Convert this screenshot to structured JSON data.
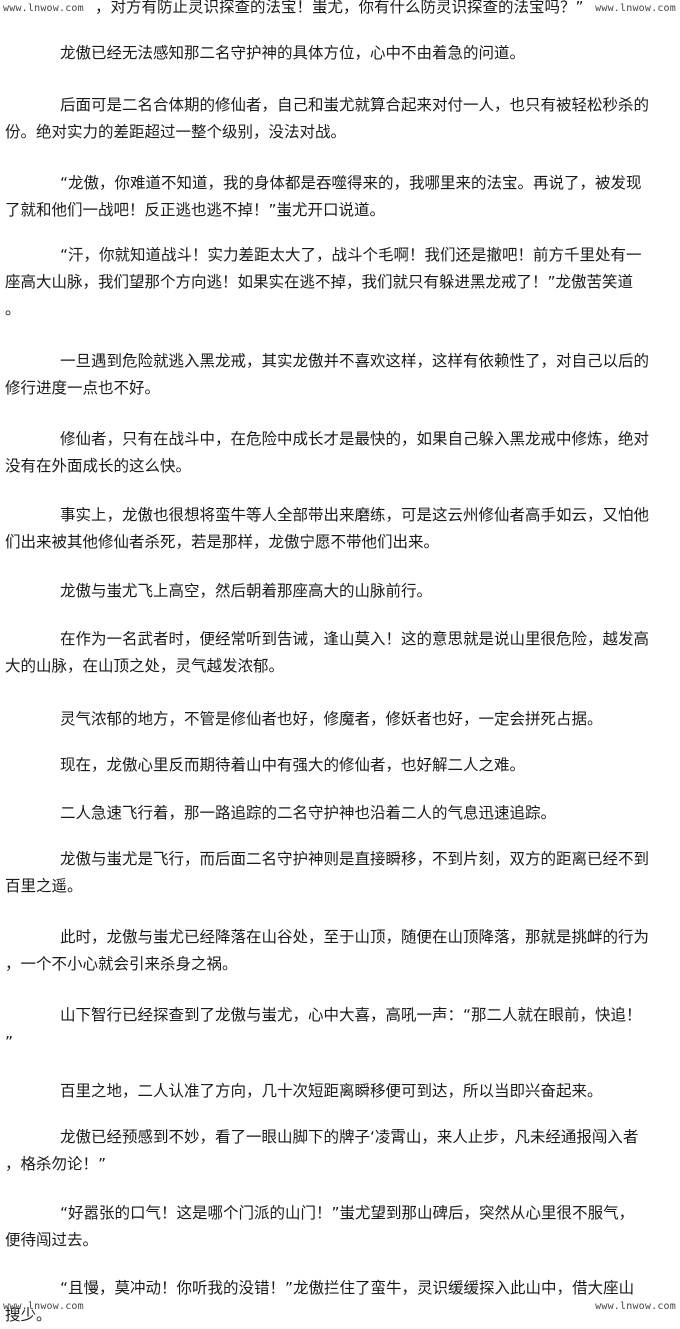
{
  "watermarks": {
    "top_left": "www.lnwow.com",
    "top_right": "www.lnwow.com",
    "bottom_left": "www.lnwow.com",
    "bottom_right": "www.lnwow.com"
  },
  "paragraphs": [
    {
      "lines": [
        "，对方有防止灵识探查的法宝！蚩尤，你有什么防灵识探查的法宝吗？”"
      ]
    },
    {
      "lines": [
        "龙傲已经无法感知那二名守护神的具体方位，心中不由着急的问道。"
      ]
    },
    {
      "lines": [
        "后面可是二名合体期的修仙者，自己和蚩尤就算合起来对付一人，也只有被轻松秒杀的",
        "份。绝对实力的差距超过一整个级别，没法对战。"
      ]
    },
    {
      "lines": [
        "“龙傲，你难道不知道，我的身体都是吞噬得来的，我哪里来的法宝。再说了，被发现",
        "了就和他们一战吧！反正逃也逃不掉！”蚩尤开口说道。"
      ]
    },
    {
      "lines": [
        "“汗，你就知道战斗！实力差距太大了，战斗个毛啊！我们还是撤吧！前方千里处有一",
        "座高大山脉，我们望那个方向逃！如果实在逃不掉，我们就只有躲进黑龙戒了！”龙傲苦笑道",
        "。"
      ]
    },
    {
      "lines": [
        "一旦遇到危险就逃入黑龙戒，其实龙傲并不喜欢这样，这样有依赖性了，对自己以后的",
        "修行进度一点也不好。"
      ]
    },
    {
      "lines": [
        "修仙者，只有在战斗中，在危险中成长才是最快的，如果自己躲入黑龙戒中修炼，绝对",
        "没有在外面成长的这么快。"
      ]
    },
    {
      "lines": [
        "事实上，龙傲也很想将蛮牛等人全部带出来磨练，可是这云州修仙者高手如云，又怕他",
        "们出来被其他修仙者杀死，若是那样，龙傲宁愿不带他们出来。"
      ]
    },
    {
      "lines": [
        "龙傲与蚩尤飞上高空，然后朝着那座高大的山脉前行。"
      ]
    },
    {
      "lines": [
        "在作为一名武者时，便经常听到告诫，逢山莫入！这的意思就是说山里很危险，越发高",
        "大的山脉，在山顶之处，灵气越发浓郁。"
      ]
    },
    {
      "lines": [
        "灵气浓郁的地方，不管是修仙者也好，修魔者，修妖者也好，一定会拼死占据。"
      ]
    },
    {
      "lines": [
        "现在，龙傲心里反而期待着山中有强大的修仙者，也好解二人之难。"
      ]
    },
    {
      "lines": [
        "二人急速飞行着，那一路追踪的二名守护神也沿着二人的气息迅速追踪。"
      ]
    },
    {
      "lines": [
        "龙傲与蚩尤是飞行，而后面二名守护神则是直接瞬移，不到片刻，双方的距离已经不到",
        "百里之遥。"
      ]
    },
    {
      "lines": [
        "此时，龙傲与蚩尤已经降落在山谷处，至于山顶，随便在山顶降落，那就是挑衅的行为",
        "，一个不小心就会引来杀身之祸。"
      ]
    },
    {
      "lines": [
        "山下智行已经探查到了龙傲与蚩尤，心中大喜，高吼一声：“那二人就在眼前，快追！",
        "”"
      ]
    },
    {
      "lines": [
        "百里之地，二人认准了方向，几十次短距离瞬移便可到达，所以当即兴奋起来。"
      ]
    },
    {
      "lines": [
        "龙傲已经预感到不妙，看了一眼山脚下的牌子‘凌霄山，来人止步，凡未经通报闯入者",
        "，格杀勿论！”"
      ]
    },
    {
      "lines": [
        "“好嚣张的口气！这是哪个门派的山门！”蚩尤望到那山碑后，突然从心里很不服气，",
        "便待闯过去。"
      ]
    },
    {
      "lines": [
        "“且慢，莫冲动！你听我的没错！”龙傲拦住了蛮牛，灵识缓缓探入此山中，借大座山",
        "搜少。"
      ]
    }
  ]
}
